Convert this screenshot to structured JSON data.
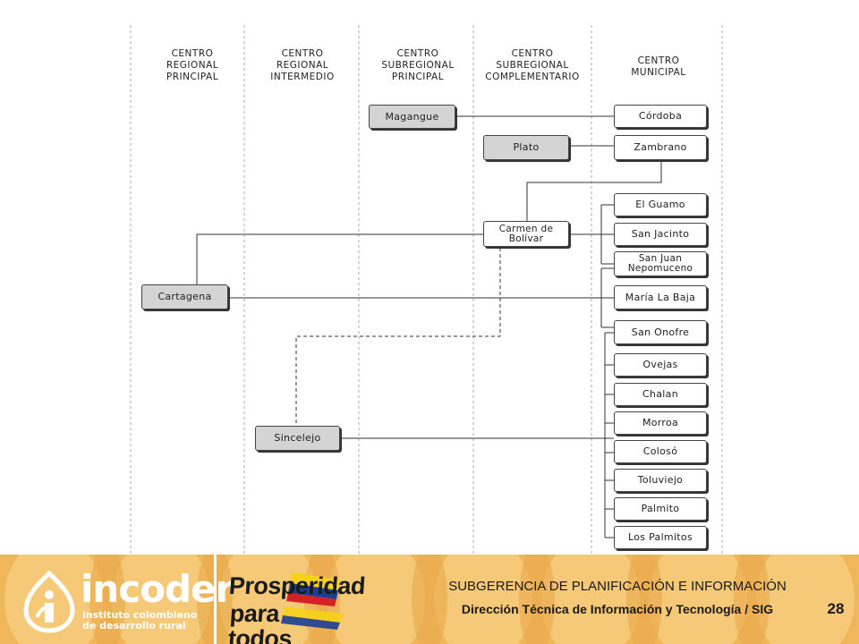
{
  "columns": [
    {
      "id": "crp",
      "label": "CENTRO\nREGIONAL\nPRINCIPAL"
    },
    {
      "id": "cri",
      "label": "CENTRO\nREGIONAL\nINTERMEDIO"
    },
    {
      "id": "csp",
      "label": "CENTRO\nSUBREGIONAL\nPRINCIPAL"
    },
    {
      "id": "csc",
      "label": "CENTRO\nSUBREGIONAL\nCOMPLEMENTARIO"
    },
    {
      "id": "cm",
      "label": "CENTRO\nMUNICIPAL"
    }
  ],
  "nodes": {
    "cordoba": {
      "label": "Córdoba"
    },
    "magangue": {
      "label": "Magangue"
    },
    "plato": {
      "label": "Plato"
    },
    "zambrano": {
      "label": "Zambrano"
    },
    "el_guamo": {
      "label": "El Guamo"
    },
    "carmen_de_bolivar": {
      "label": "Carmen de\nBolívar"
    },
    "san_jacinto": {
      "label": "San Jacinto"
    },
    "san_juan_nepomuceno": {
      "label": "San Juan\nNepomuceno"
    },
    "cartagena": {
      "label": "Cartagena"
    },
    "maria_la_baja": {
      "label": "María La Baja"
    },
    "san_onofre": {
      "label": "San Onofre"
    },
    "ovejas": {
      "label": "Ovejas"
    },
    "chalan": {
      "label": "Chalan"
    },
    "morroa": {
      "label": "Morroa"
    },
    "sincelejo": {
      "label": "Sincelejo"
    },
    "coloso": {
      "label": "Colosó"
    },
    "toluviejo": {
      "label": "Toluviejo"
    },
    "palmito": {
      "label": "Palmito"
    },
    "los_palmitos": {
      "label": "Los Palmitos"
    }
  },
  "footer": {
    "incoder_name": "incoder",
    "incoder_tagline": "instituto colombiano\nde desarrollo rural",
    "prosperidad_line1": "Prosperidad",
    "prosperidad_line2": "para todos",
    "title": "SUBGERENCIA DE PLANIFICACIÓN E INFORMACIÓN",
    "subtitle": "Dirección Técnica de Información y Tecnología / SIG",
    "page_number": "28"
  },
  "colors": {
    "footer_bg": "#f0b65a",
    "shaded_node": "#d4d4d4",
    "line": "#333333"
  }
}
